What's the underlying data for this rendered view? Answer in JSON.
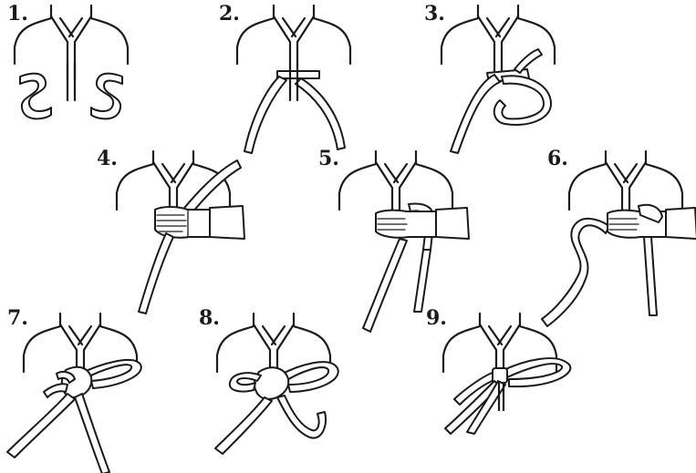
{
  "steps": [
    {
      "number": "1."
    },
    {
      "number": "2."
    },
    {
      "number": "3."
    },
    {
      "number": "4."
    },
    {
      "number": "5."
    },
    {
      "number": "6."
    },
    {
      "number": "7."
    },
    {
      "number": "8."
    },
    {
      "number": "9."
    }
  ]
}
